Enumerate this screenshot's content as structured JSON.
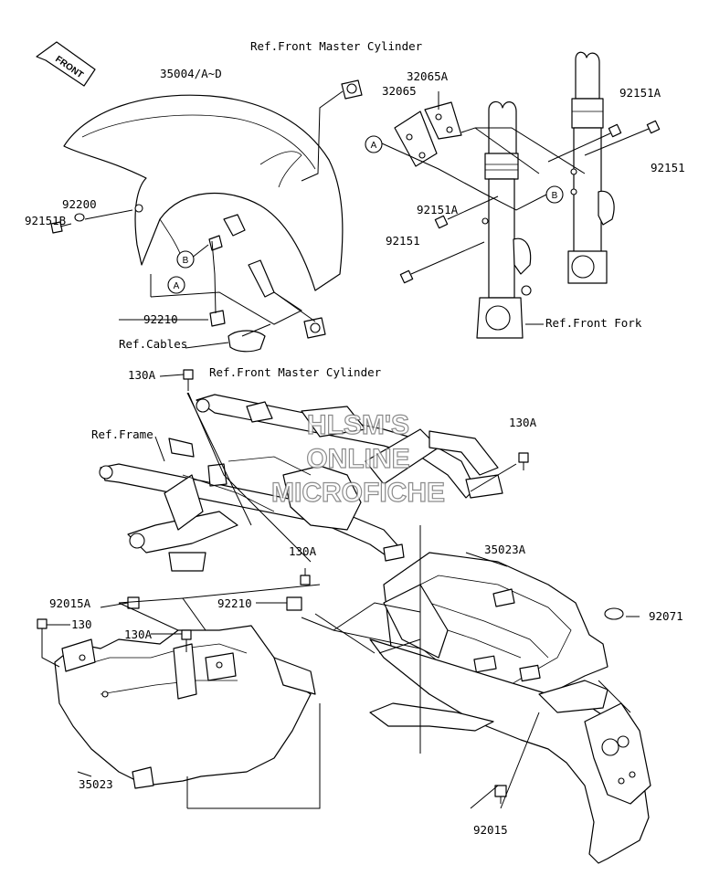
{
  "front_marker": "FRONT",
  "watermark": [
    "HLSM'S",
    "ONLINE",
    "MICROFICHE"
  ],
  "callouts": {
    "a": "A",
    "b": "B"
  },
  "labels": {
    "ref_front_master_cylinder_top": "Ref.Front Master Cylinder",
    "p35004": "35004/A~D",
    "p32065A": "32065A",
    "p32065": "32065",
    "p92151A_right": "92151A",
    "p92151_right": "92151",
    "p92200": "92200",
    "p92151B": "92151B",
    "p92151A_mid": "92151A",
    "p92151_mid": "92151",
    "p92210_top": "92210",
    "ref_cables": "Ref.Cables",
    "ref_front_fork": "Ref.Front Fork",
    "ref_front_master_cylinder_bottom": "Ref.Front Master Cylinder",
    "p130A_top": "130A",
    "ref_frame": "Ref.Frame",
    "p130A_right": "130A",
    "p130A_center": "130A",
    "p35023A": "35023A",
    "p92015A": "92015A",
    "p92210_bottom": "92210",
    "p92071": "92071",
    "p130": "130",
    "p130A_left": "130A",
    "p35023": "35023",
    "p92015": "92015"
  }
}
